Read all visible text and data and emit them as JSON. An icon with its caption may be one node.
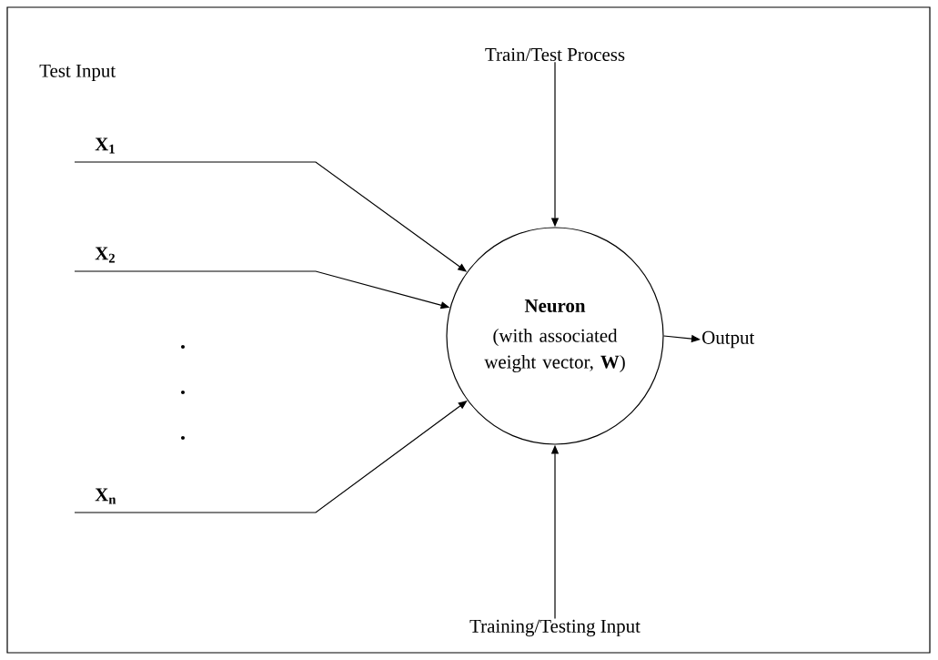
{
  "diagram": {
    "nodes": [
      {
        "text": [
          "X$_{1}$"
        ]
      },
      {
        "text": [
          "X$_{2}$"
        ]
      },
      {
        "text": [
          "X$_{n}$"
        ]
      },
      {
        "text": [
          "Neuron",
          "(with associated weight vector, **W**)"
        ]
      },
      {
        "text": [
          "Train/Test Process"
        ]
      },
      {
        "text": [
          "Training/Testing Input"
        ]
      },
      {
        "text": [
          "Output"
        ]
      }
    ],
    "edges": [
      {
        "from": 0,
        "to": 3,
        "arrow": "to"
      },
      {
        "from": 1,
        "to": 3,
        "arrow": "to"
      },
      {
        "from": 2,
        "to": 3,
        "arrow": "to"
      },
      {
        "from": 4,
        "to": 3,
        "arrow": "to"
      },
      {
        "from": 5,
        "to": 3,
        "arrow": "to"
      },
      {
        "from": 3,
        "to": 6,
        "arrow": "to"
      }
    ],
    "labels": [
      "Test Input"
    ]
  }
}
